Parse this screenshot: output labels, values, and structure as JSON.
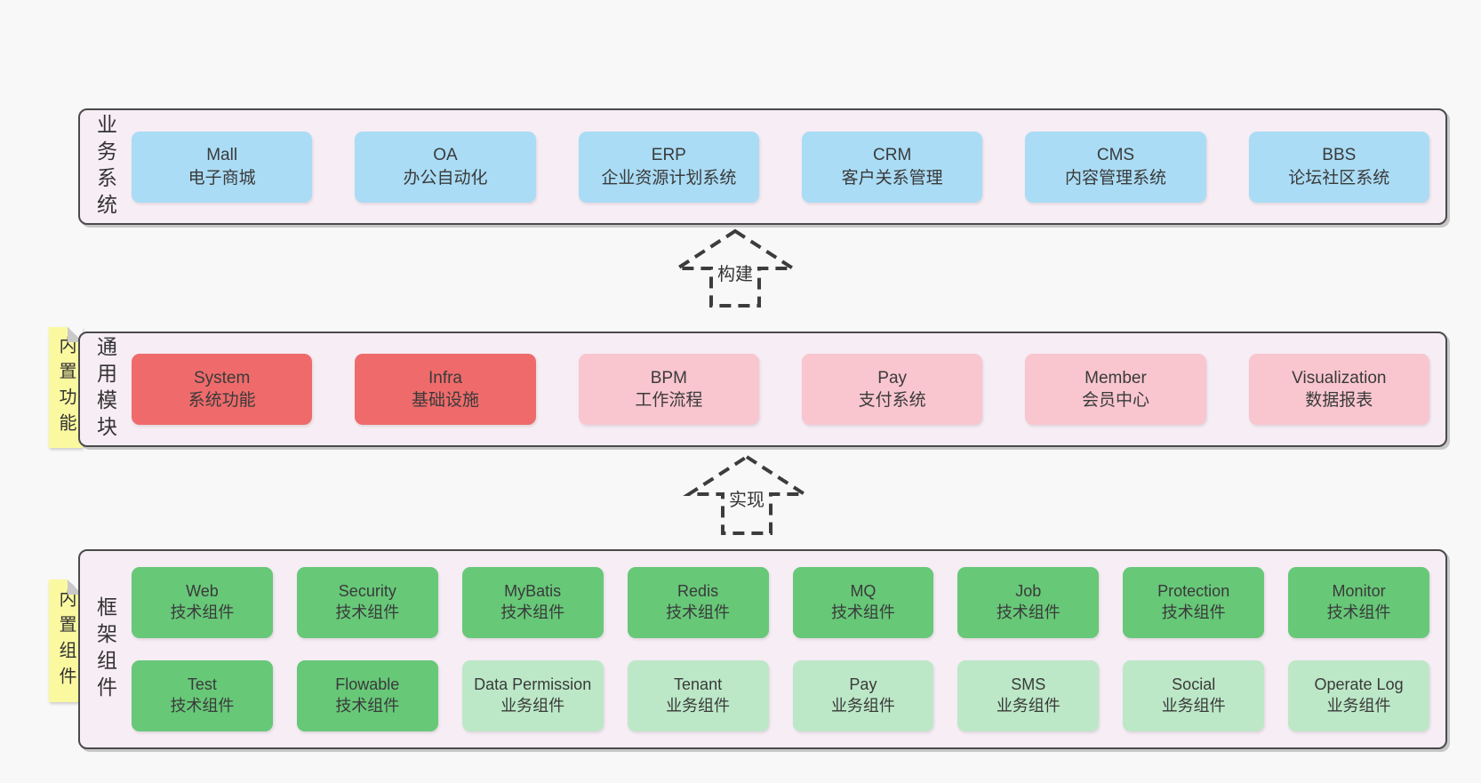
{
  "palette": {
    "page_bg": "#f8f8f8",
    "layer_bg": "#f7edf5",
    "layer_border": "#4a4a4a",
    "blue": "#aadcf5",
    "red": "#ef6b6b",
    "pink": "#f9c6d0",
    "green": "#67c878",
    "light_green": "#bce8c7",
    "note_yellow": "#fbf9a0",
    "note_fold_gray": "#c9c9c9",
    "text": "#333333"
  },
  "arrows": [
    {
      "label": "构建"
    },
    {
      "label": "实现"
    }
  ],
  "layers": [
    {
      "title": "业务系统",
      "rows": [
        [
          {
            "name": "Mall",
            "desc": "电子商城",
            "color": "#aadcf5"
          },
          {
            "name": "OA",
            "desc": "办公自动化",
            "color": "#aadcf5"
          },
          {
            "name": "ERP",
            "desc": "企业资源计划系统",
            "color": "#aadcf5"
          },
          {
            "name": "CRM",
            "desc": "客户关系管理",
            "color": "#aadcf5"
          },
          {
            "name": "CMS",
            "desc": "内容管理系统",
            "color": "#aadcf5"
          },
          {
            "name": "BBS",
            "desc": "论坛社区系统",
            "color": "#aadcf5"
          }
        ]
      ]
    },
    {
      "title": "通用模块",
      "note": "内置功能",
      "rows": [
        [
          {
            "name": "System",
            "desc": "系统功能",
            "color": "#ef6b6b"
          },
          {
            "name": "Infra",
            "desc": "基础设施",
            "color": "#ef6b6b"
          },
          {
            "name": "BPM",
            "desc": "工作流程",
            "color": "#f9c6d0"
          },
          {
            "name": "Pay",
            "desc": "支付系统",
            "color": "#f9c6d0"
          },
          {
            "name": "Member",
            "desc": "会员中心",
            "color": "#f9c6d0"
          },
          {
            "name": "Visualization",
            "desc": "数据报表",
            "color": "#f9c6d0"
          }
        ]
      ]
    },
    {
      "title": "框架组件",
      "note": "内置组件",
      "rows": [
        [
          {
            "name": "Web",
            "desc": "技术组件",
            "color": "#67c878"
          },
          {
            "name": "Security",
            "desc": "技术组件",
            "color": "#67c878"
          },
          {
            "name": "MyBatis",
            "desc": "技术组件",
            "color": "#67c878"
          },
          {
            "name": "Redis",
            "desc": "技术组件",
            "color": "#67c878"
          },
          {
            "name": "MQ",
            "desc": "技术组件",
            "color": "#67c878"
          },
          {
            "name": "Job",
            "desc": "技术组件",
            "color": "#67c878"
          },
          {
            "name": "Protection",
            "desc": "技术组件",
            "color": "#67c878"
          },
          {
            "name": "Monitor",
            "desc": "技术组件",
            "color": "#67c878"
          }
        ],
        [
          {
            "name": "Test",
            "desc": "技术组件",
            "color": "#67c878"
          },
          {
            "name": "Flowable",
            "desc": "技术组件",
            "color": "#67c878"
          },
          {
            "name": "Data Permission",
            "desc": "业务组件",
            "color": "#bce8c7"
          },
          {
            "name": "Tenant",
            "desc": "业务组件",
            "color": "#bce8c7"
          },
          {
            "name": "Pay",
            "desc": "业务组件",
            "color": "#bce8c7"
          },
          {
            "name": "SMS",
            "desc": "业务组件",
            "color": "#bce8c7"
          },
          {
            "name": "Social",
            "desc": "业务组件",
            "color": "#bce8c7"
          },
          {
            "name": "Operate Log",
            "desc": "业务组件",
            "color": "#bce8c7"
          }
        ]
      ]
    }
  ]
}
